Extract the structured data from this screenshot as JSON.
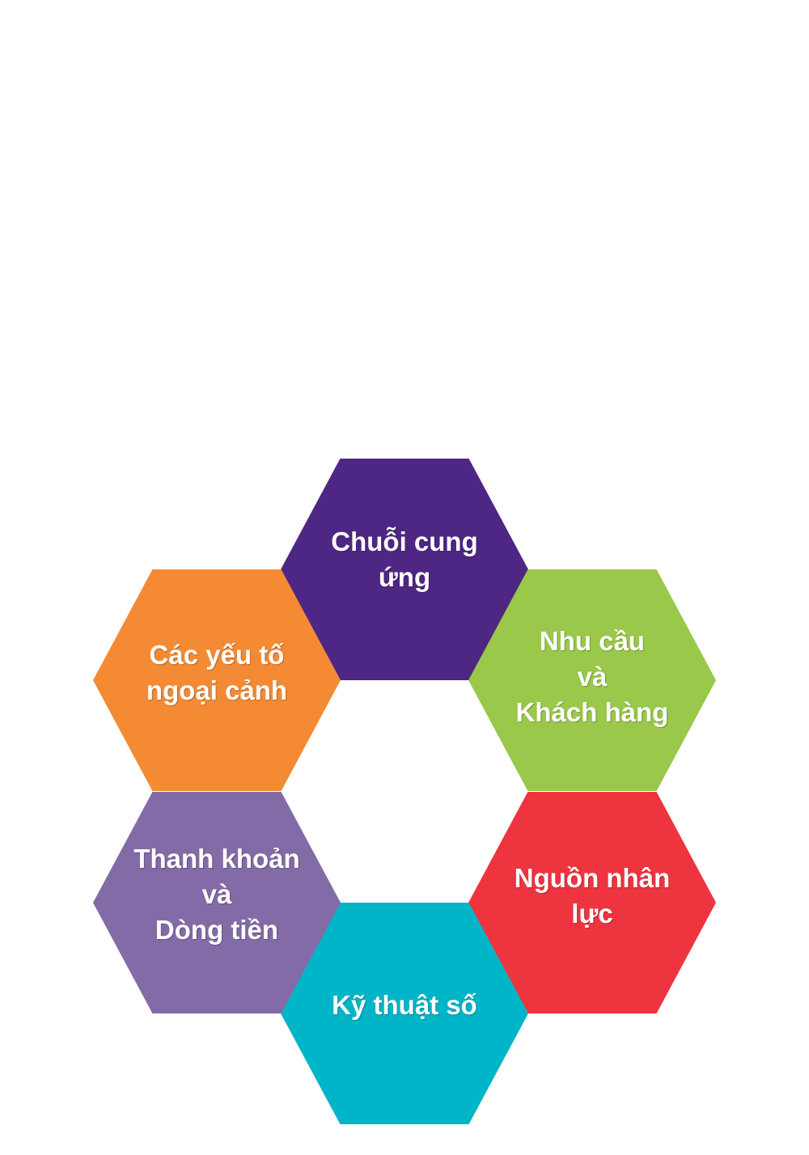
{
  "hexagons": {
    "supply_chain": {
      "lines": [
        "Chuỗi cung",
        "ứng"
      ],
      "color": "#4e2683"
    },
    "demand_customers": {
      "lines": [
        "Nhu cầu",
        "và",
        "Khách hàng"
      ],
      "color": "#99c84a"
    },
    "human_resources": {
      "lines": [
        "Nguồn nhân",
        "lực"
      ],
      "color": "#ee343f"
    },
    "digital": {
      "lines": [
        "Kỹ thuật số"
      ],
      "color": "#00b5c8"
    },
    "liquidity_cashflow": {
      "lines": [
        "Thanh khoản",
        "và",
        "Dòng tiền"
      ],
      "color": "#826ba6"
    },
    "external_factors": {
      "lines": [
        "Các yếu tố",
        "ngoại cảnh"
      ],
      "color": "#f48a33"
    }
  }
}
